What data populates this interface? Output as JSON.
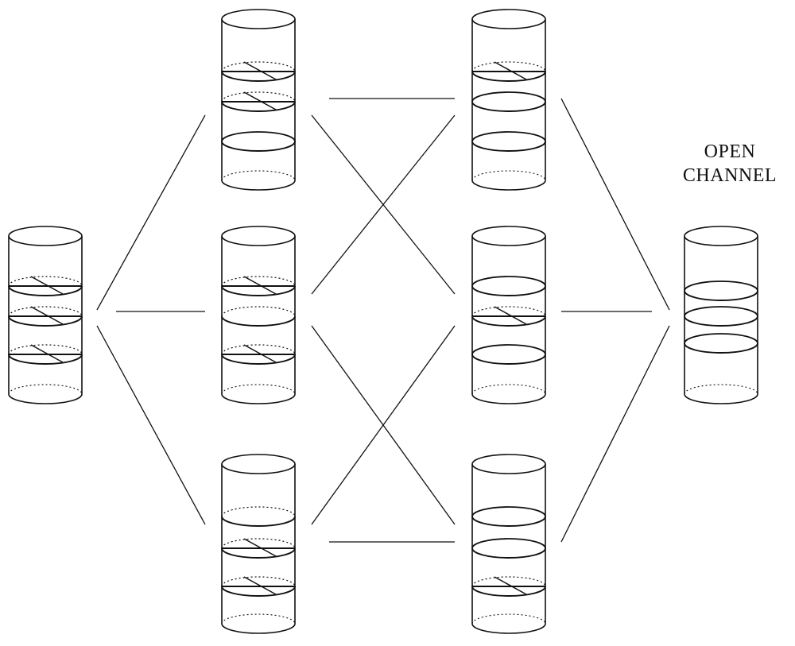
{
  "labels": {
    "line1": "OPEN",
    "line2": "CHANNEL"
  },
  "colors": {
    "stroke": "#111111",
    "background": "#ffffff"
  },
  "cylinders": [
    {
      "id": "left",
      "rings": [
        {
          "dotted": true,
          "hatch": true
        },
        {
          "dotted": true,
          "hatch": true
        },
        {
          "dotted": true,
          "hatch": true
        }
      ]
    },
    {
      "id": "col1-top",
      "rings": [
        {
          "dotted": true,
          "hatch": true
        },
        {
          "dotted": true,
          "hatch": true
        },
        {
          "dotted": false,
          "hatch": false
        }
      ]
    },
    {
      "id": "col1-mid",
      "rings": [
        {
          "dotted": true,
          "hatch": true
        },
        {
          "dotted": true,
          "hatch": false
        },
        {
          "dotted": true,
          "hatch": true
        }
      ]
    },
    {
      "id": "col1-bot",
      "rings": [
        {
          "dotted": true,
          "hatch": false
        },
        {
          "dotted": true,
          "hatch": true
        },
        {
          "dotted": true,
          "hatch": true
        }
      ]
    },
    {
      "id": "col2-top",
      "rings": [
        {
          "dotted": true,
          "hatch": true
        },
        {
          "dotted": false,
          "hatch": false
        },
        {
          "dotted": false,
          "hatch": false
        }
      ]
    },
    {
      "id": "col2-mid",
      "rings": [
        {
          "dotted": false,
          "hatch": false
        },
        {
          "dotted": true,
          "hatch": true
        },
        {
          "dotted": false,
          "hatch": false
        }
      ]
    },
    {
      "id": "col2-bot",
      "rings": [
        {
          "dotted": false,
          "hatch": false
        },
        {
          "dotted": false,
          "hatch": false
        },
        {
          "dotted": true,
          "hatch": true
        }
      ]
    },
    {
      "id": "open-channel",
      "rings": [
        {
          "dotted": false,
          "hatch": false
        },
        {
          "dotted": false,
          "hatch": false
        },
        {
          "dotted": false,
          "hatch": false
        }
      ]
    }
  ]
}
